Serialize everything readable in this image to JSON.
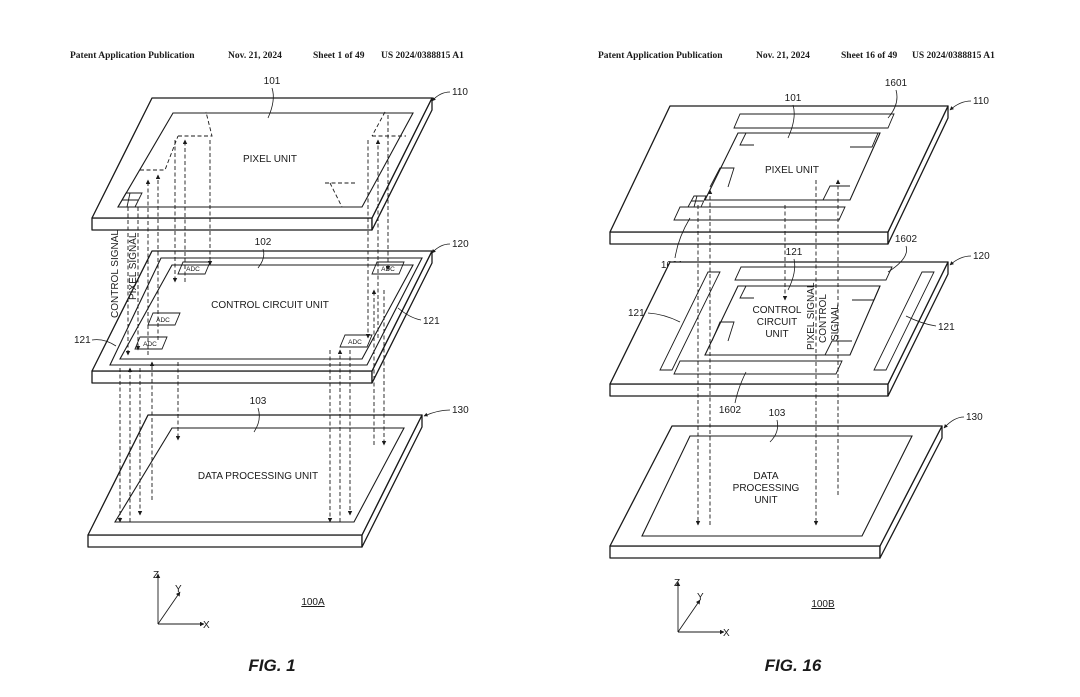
{
  "left_sheet": {
    "header": {
      "publication": "Patent Application Publication",
      "date": "Nov. 21, 2024",
      "sheet": "Sheet 1 of 49",
      "number": "US 2024/0388815 A1"
    },
    "refs": {
      "pixel_ref": "101",
      "pixel_layer": "110",
      "control_ref": "102",
      "control_layer": "120",
      "adc_ref_left": "121",
      "adc_ref_right": "121",
      "data_ref": "103",
      "data_layer": "130"
    },
    "labels": {
      "pixel_unit": "PIXEL UNIT",
      "control_circuit_unit": "CONTROL CIRCUIT UNIT",
      "data_processing_unit": "DATA PROCESSING UNIT",
      "control_signal": "CONTROL SIGNAL",
      "pixel_signal": "PIXEL SIGNAL",
      "adc": "ADC"
    },
    "axes": {
      "z": "Z",
      "y": "Y",
      "x": "X"
    },
    "assembly_ref": "100A",
    "caption": "FIG. 1"
  },
  "right_sheet": {
    "header": {
      "publication": "Patent Application Publication",
      "date": "Nov. 21, 2024",
      "sheet": "Sheet 16 of 49",
      "number": "US 2024/0388815 A1"
    },
    "refs": {
      "pixel_ref": "101",
      "pixel_layer": "110",
      "bar_top": "1601",
      "bar_bottom": "1601",
      "control_bar_top": "1602",
      "control_bar_bottom": "1602",
      "control_ref": "121",
      "control_layer": "120",
      "side_left": "121",
      "side_right": "121",
      "data_ref": "103",
      "data_layer": "130"
    },
    "labels": {
      "pixel_unit": "PIXEL UNIT",
      "control_circuit_unit_l1": "CONTROL",
      "control_circuit_unit_l2": "CIRCUIT",
      "control_circuit_unit_l3": "UNIT",
      "pixel_signal": "PIXEL SIGNAL",
      "control_signal_l1": "CONTROL",
      "control_signal_l2": "SIGNAL",
      "data_processing_unit_l1": "DATA",
      "data_processing_unit_l2": "PROCESSING",
      "data_processing_unit_l3": "UNIT"
    },
    "axes": {
      "z": "Z",
      "y": "Y",
      "x": "X"
    },
    "assembly_ref": "100B",
    "caption": "FIG. 16"
  }
}
